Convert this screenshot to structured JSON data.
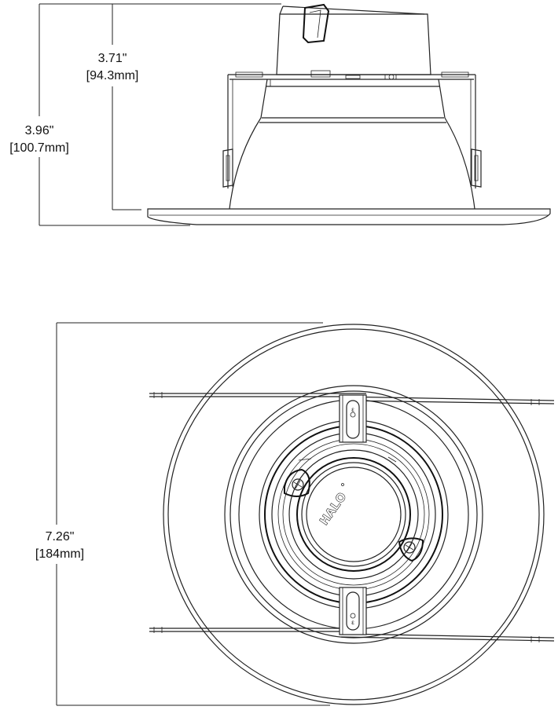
{
  "side_view": {
    "height_label": "3.71\"",
    "height_label_metric": "[94.3mm]",
    "overall_label": "3.96\"",
    "overall_label_metric": "[100.7mm]"
  },
  "top_view": {
    "diameter_label": "7.26\"",
    "diameter_label_metric": "[184mm]",
    "logo_text": "HALO",
    "clip_mark_top": "ε",
    "clip_mark_bottom": "ε"
  }
}
